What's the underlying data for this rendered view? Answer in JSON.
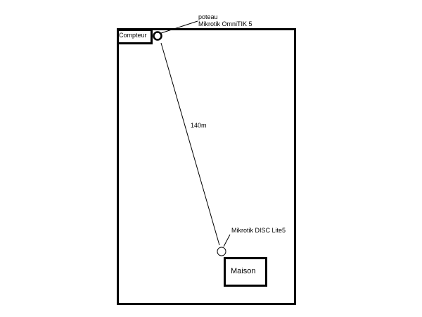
{
  "diagram": {
    "pole_label": "poteau",
    "omnitik_label": "Mikrotik OmniTIK 5",
    "meter_label": "Compteur",
    "distance_label": "140m",
    "disc_label": "Mikrotik DISC Lite5",
    "house_label": "Maison"
  },
  "colors": {
    "stroke": "#000000",
    "background": "#ffffff"
  }
}
